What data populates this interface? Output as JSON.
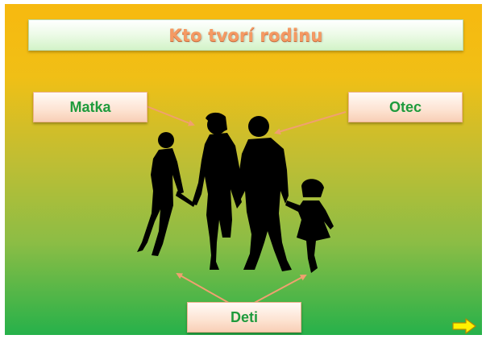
{
  "slide": {
    "title": "Kto tvorí rodinu"
  },
  "labels": {
    "mother": "Matka",
    "father": "Otec",
    "children": "Deti"
  },
  "navigation": {
    "next_icon": "right-arrow-icon"
  },
  "colors": {
    "background_top": "#f7b90f",
    "background_bottom": "#26b14a",
    "title_text": "#f59a63",
    "label_text": "#1e9b3c",
    "label_fill": "#fde3d2",
    "arrow": "#f0a070",
    "next_button": "#fff200"
  }
}
